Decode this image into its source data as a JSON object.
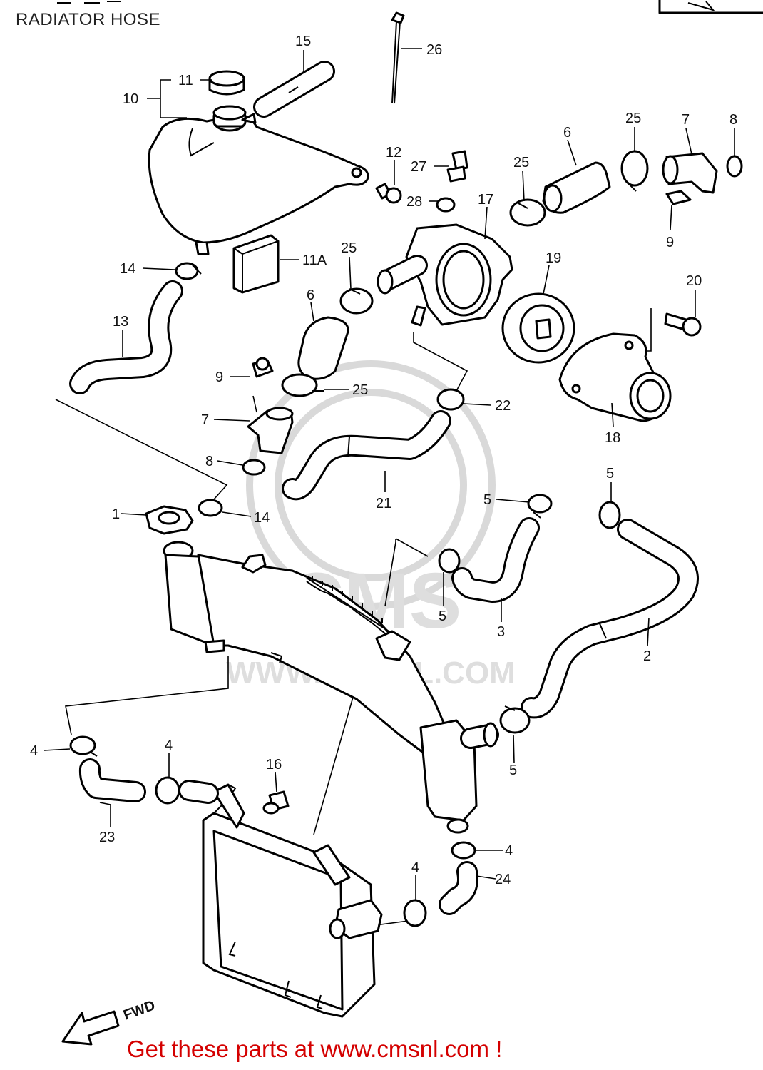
{
  "header": {
    "title": "RADIATOR HOSE"
  },
  "footer": {
    "text": "Get these parts at www.cmsnl.com !"
  },
  "watermark": {
    "logo_text": "CMS",
    "url_text": "WWW.CMSNL.COM"
  },
  "arrow": {
    "label": "FWD"
  },
  "callouts": [
    {
      "id": "15",
      "text": "15"
    },
    {
      "id": "26",
      "text": "26"
    },
    {
      "id": "11",
      "text": "11"
    },
    {
      "id": "10",
      "text": "10"
    },
    {
      "id": "25a",
      "text": "25"
    },
    {
      "id": "7a",
      "text": "7"
    },
    {
      "id": "8a",
      "text": "8"
    },
    {
      "id": "12",
      "text": "12"
    },
    {
      "id": "27",
      "text": "27"
    },
    {
      "id": "6a",
      "text": "6"
    },
    {
      "id": "25b",
      "text": "25"
    },
    {
      "id": "28",
      "text": "28"
    },
    {
      "id": "17",
      "text": "17"
    },
    {
      "id": "9a",
      "text": "9"
    },
    {
      "id": "11A",
      "text": "11A"
    },
    {
      "id": "25c",
      "text": "25"
    },
    {
      "id": "19",
      "text": "19"
    },
    {
      "id": "20",
      "text": "20"
    },
    {
      "id": "14a",
      "text": "14"
    },
    {
      "id": "6b",
      "text": "6"
    },
    {
      "id": "13",
      "text": "13"
    },
    {
      "id": "9b",
      "text": "9"
    },
    {
      "id": "25d",
      "text": "25"
    },
    {
      "id": "22",
      "text": "22"
    },
    {
      "id": "7b",
      "text": "7"
    },
    {
      "id": "18",
      "text": "18"
    },
    {
      "id": "8b",
      "text": "8"
    },
    {
      "id": "5a",
      "text": "5"
    },
    {
      "id": "5b",
      "text": "5"
    },
    {
      "id": "21",
      "text": "21"
    },
    {
      "id": "1",
      "text": "1"
    },
    {
      "id": "14b",
      "text": "14"
    },
    {
      "id": "5c",
      "text": "5"
    },
    {
      "id": "3",
      "text": "3"
    },
    {
      "id": "2",
      "text": "2"
    },
    {
      "id": "4a",
      "text": "4"
    },
    {
      "id": "4b",
      "text": "4"
    },
    {
      "id": "16",
      "text": "16"
    },
    {
      "id": "5d",
      "text": "5"
    },
    {
      "id": "23",
      "text": "23"
    },
    {
      "id": "4c",
      "text": "4"
    },
    {
      "id": "24",
      "text": "24"
    },
    {
      "id": "4d",
      "text": "4"
    }
  ]
}
